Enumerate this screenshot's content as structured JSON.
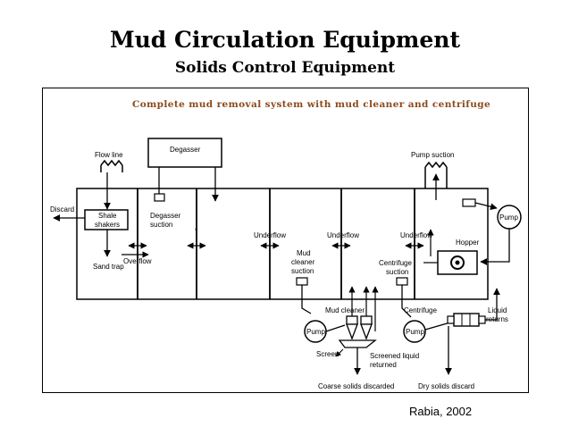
{
  "title": "Mud Circulation Equipment",
  "subtitle": "Solids Control Equipment",
  "figure": {
    "heading": "Complete mud removal system with mud cleaner and centrifuge",
    "labels": {
      "flow_line": "Flow line",
      "degasser": "Degasser",
      "pump_suction": "Pump suction",
      "discard": "Discard",
      "shale_shakers_1": "Shale",
      "shale_shakers_2": "shakers",
      "degasser_suction_1": "Degasser",
      "degasser_suction_2": "suction",
      "sand_trap": "Sand trap",
      "overflow": "Overflow",
      "underflow_1": "Underflow",
      "underflow_2": "Underflow",
      "underflow_3": "Underflow",
      "mud_cleaner_suction_1": "Mud",
      "mud_cleaner_suction_2": "cleaner",
      "mud_cleaner_suction_3": "suction",
      "centrifuge_suction_1": "Centrifuge",
      "centrifuge_suction_2": "suction",
      "hopper": "Hopper",
      "pump_right": "Pump",
      "mud_cleaner": "Mud cleaner",
      "centrifuge": "Centrifuge",
      "liquid_returns_1": "Liquid",
      "liquid_returns_2": "returns",
      "pump_left": "Pump",
      "pump_center": "Pump",
      "screen": "Screen",
      "screened_liquid_1": "Screened liquid",
      "screened_liquid_2": "returned",
      "coarse_solids": "Coarse solids discarded",
      "dry_solids": "Dry solids discard",
      "asterisk": "*"
    }
  },
  "credit": "Rabia, 2002"
}
